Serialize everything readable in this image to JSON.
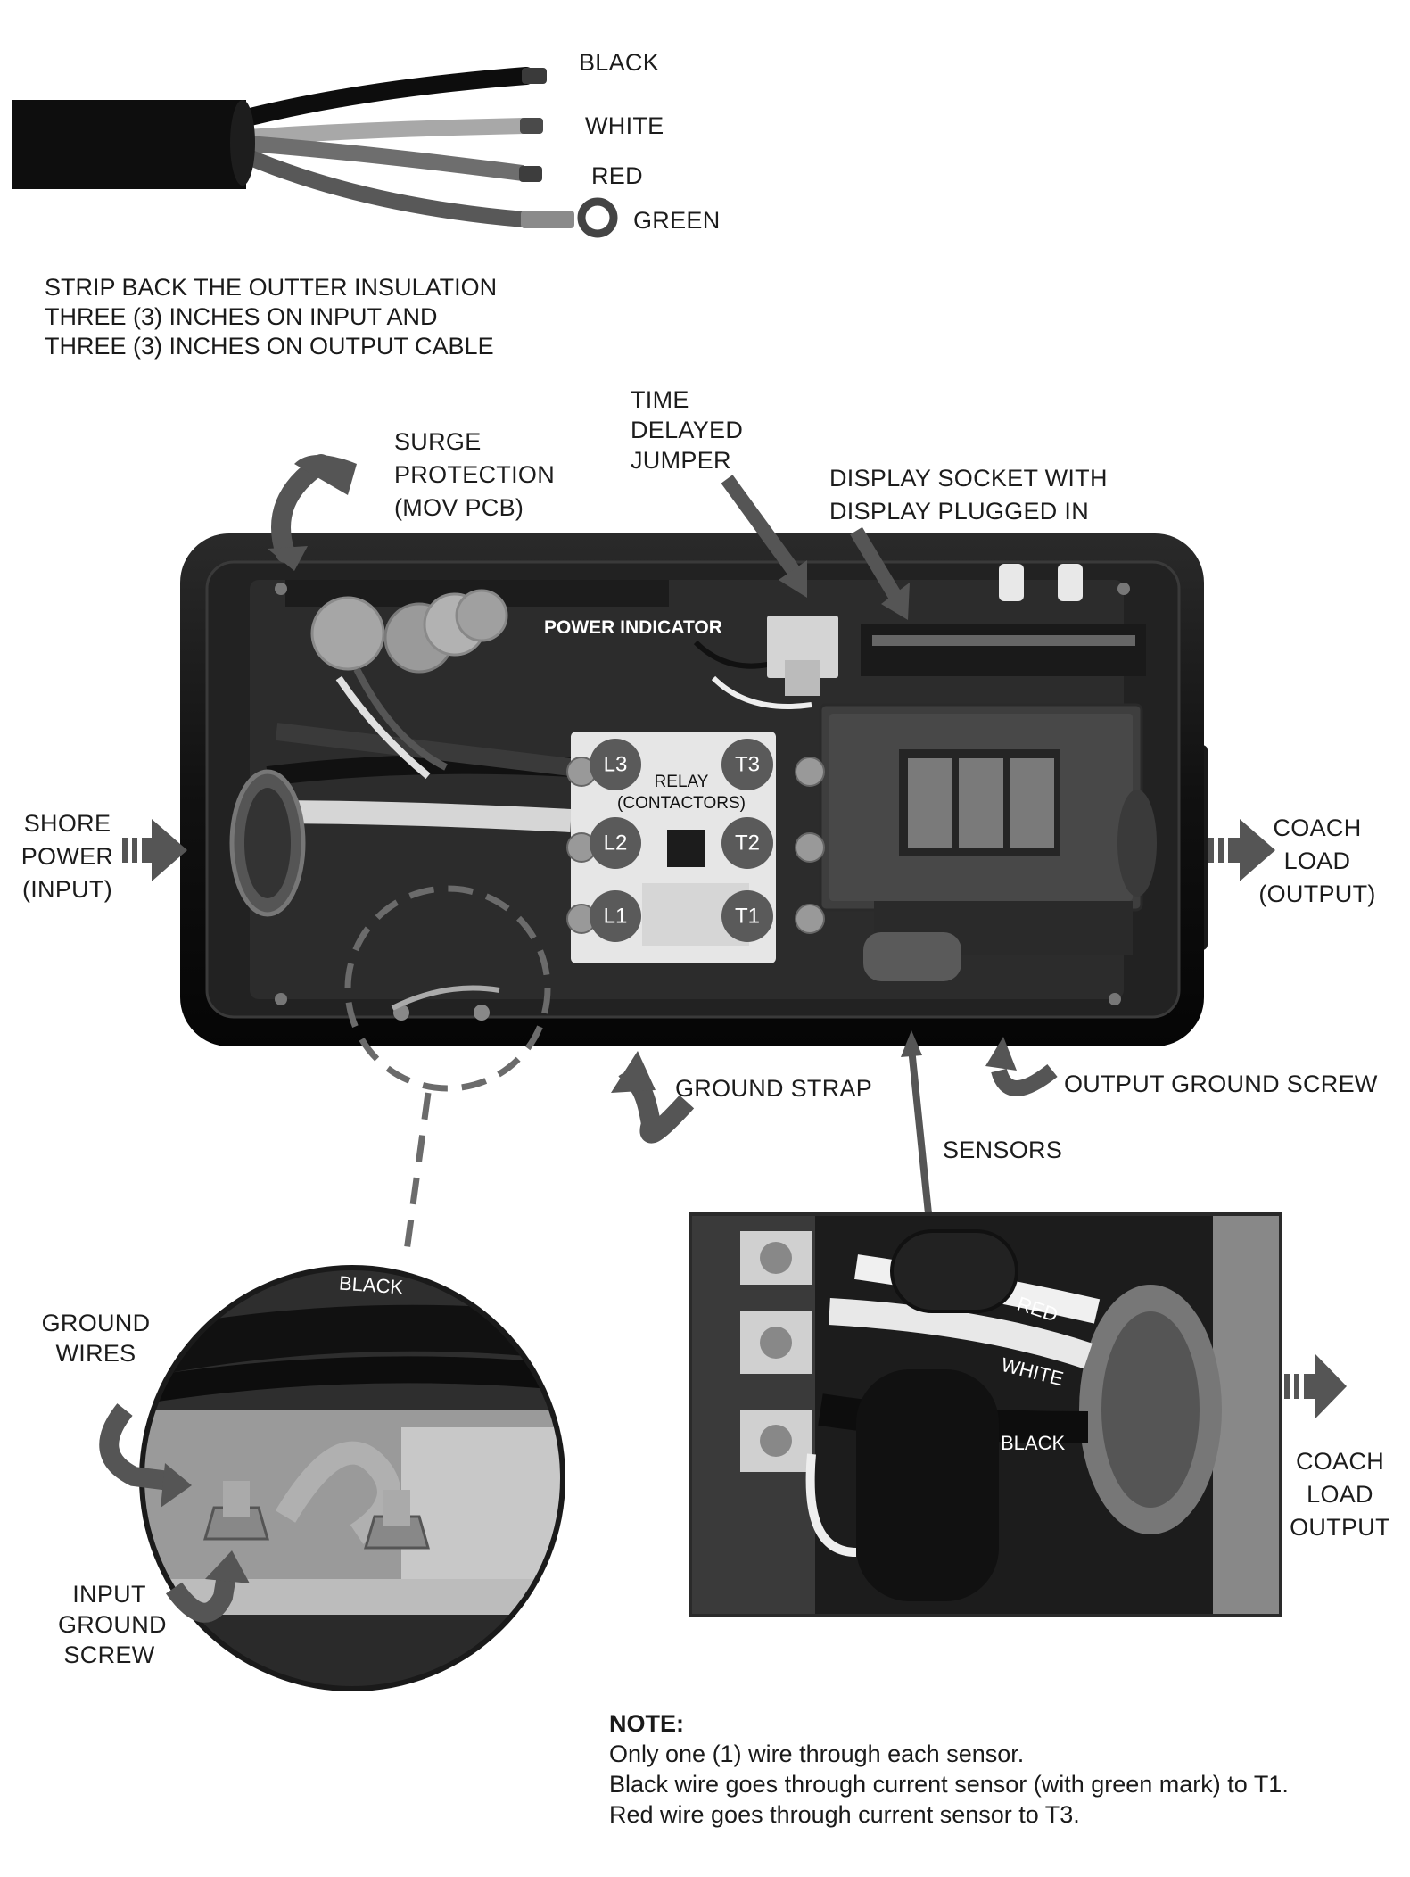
{
  "cable": {
    "wires": [
      "BLACK",
      "WHITE",
      "RED",
      "GREEN"
    ],
    "strip_note": [
      "STRIP BACK THE OUTTER INSULATION",
      "THREE (3) INCHES ON INPUT AND",
      "THREE (3) INCHES ON OUTPUT CABLE"
    ]
  },
  "callouts": {
    "time_delayed_jumper": [
      "TIME",
      "DELAYED",
      "JUMPER"
    ],
    "surge_protection": [
      "SURGE",
      "PROTECTION",
      "(MOV PCB)"
    ],
    "display_socket": [
      "DISPLAY SOCKET WITH",
      "DISPLAY PLUGGED IN"
    ],
    "shore_power": [
      "SHORE",
      "POWER",
      "(INPUT)"
    ],
    "coach_load": [
      "COACH",
      "LOAD",
      "(OUTPUT)"
    ],
    "ground_strap": "GROUND STRAP",
    "output_ground_screw": "OUTPUT GROUND SCREW",
    "sensors": "SENSORS",
    "ground_wires": [
      "GROUND",
      "WIRES"
    ],
    "input_ground_screw": [
      "INPUT",
      "GROUND",
      "SCREW"
    ],
    "coach_load_output": [
      "COACH",
      "LOAD",
      "OUTPUT"
    ]
  },
  "panel": {
    "power_indicator": "POWER INDICATOR",
    "relay_label": [
      "RELAY",
      "(CONTACTORS)"
    ],
    "terminals": [
      "L3",
      "T3",
      "L2",
      "T2",
      "L1",
      "T1"
    ]
  },
  "detail_left": {
    "wire_label": "BLACK"
  },
  "detail_right": {
    "wire_labels": [
      "RED",
      "WHITE",
      "BLACK"
    ]
  },
  "note": {
    "title": "NOTE:",
    "lines": [
      "Only one (1) wire through each sensor.",
      "Black wire goes through current sensor (with green mark) to T1.",
      "Red wire goes through current  sensor  to T3."
    ]
  },
  "colors": {
    "dark_gray": "#4a4a4a",
    "mid_gray": "#6b6b6b",
    "enclosure": "#141414"
  }
}
